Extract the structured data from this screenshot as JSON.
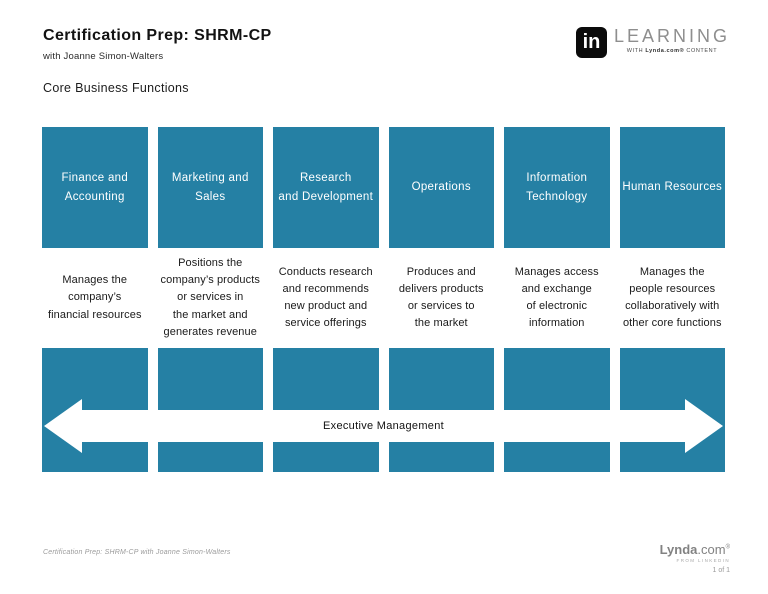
{
  "colors": {
    "teal": "#2580A4",
    "white": "#ffffff",
    "text_dark": "#1a1a1a",
    "gray": "#8e8e8e"
  },
  "header": {
    "title": "Certification Prep: SHRM-CP",
    "author": "with Joanne Simon-Walters",
    "slide_title": "Core Business Functions",
    "logo": {
      "badge_text": "in",
      "learning_text": "LEARNING",
      "tagline_prefix": "WITH",
      "tagline_brand": "Lynda.com®",
      "tagline_suffix": "CONTENT"
    }
  },
  "columns": [
    {
      "title": "Finance and\nAccounting",
      "description": "Manages the\ncompany’s\nfinancial resources"
    },
    {
      "title": "Marketing and Sales",
      "description": "Positions the\ncompany’s products\nor services in\nthe market and\ngenerates revenue"
    },
    {
      "title": "Research\nand Development",
      "description": "Conducts research\nand recommends\nnew product and\nservice offerings"
    },
    {
      "title": "Operations",
      "description": "Produces and\ndelivers products\nor services to\nthe market"
    },
    {
      "title": "Information\nTechnology",
      "description": "Manages access\nand exchange\nof electronic\ninformation"
    },
    {
      "title": "Human Resources",
      "description": "Manages the\npeople resources\ncollaboratively with\nother core functions"
    }
  ],
  "arrow": {
    "label": "Executive Management"
  },
  "footer": {
    "left_text": "Certification Prep: SHRM-CP with Joanne Simon-Walters",
    "brand_bold": "Lynda",
    "brand_rest": ".com",
    "brand_reg": "®",
    "brand_sub": "FROM LINKEDIN",
    "page": "1 of 1"
  }
}
